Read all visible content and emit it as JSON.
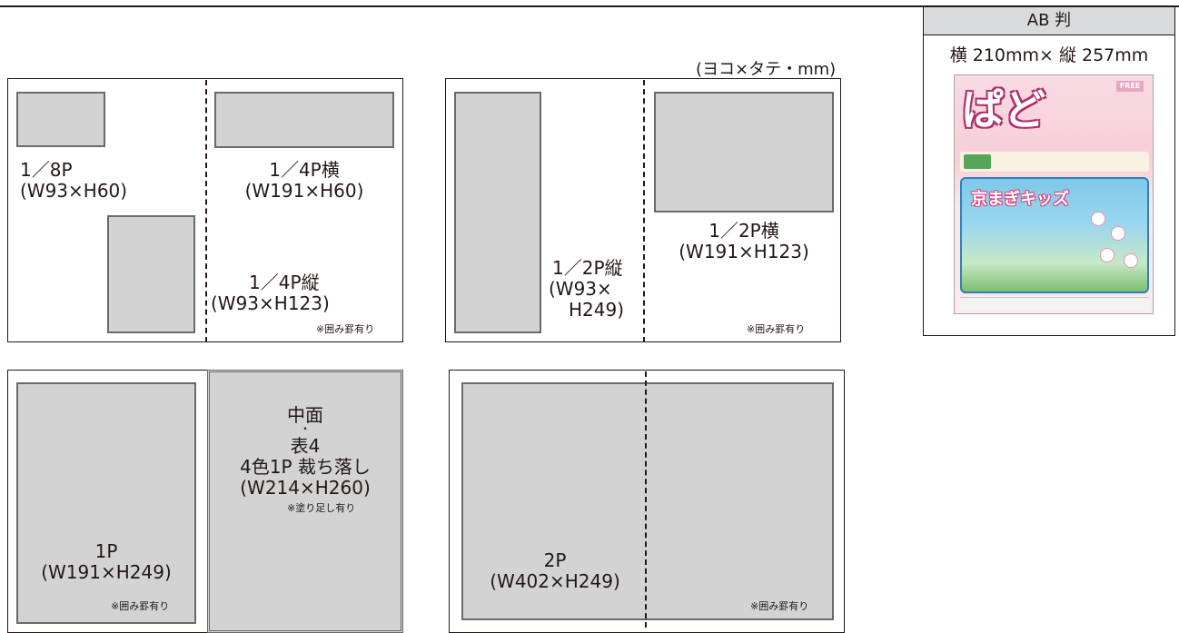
{
  "unit_note": "(ヨコ×タテ・mm)",
  "ab_panel": {
    "title": "AB 判",
    "dims": "横 210mm× 縦 257mm"
  },
  "cover": {
    "logo": "ぱど",
    "free_badge": "FREE",
    "feature": "京まぎキッズ"
  },
  "panel1": {
    "eighth_line1": "1／8P",
    "eighth_line2": "(W93×H60)",
    "qh_line1": "1／4P横",
    "qh_line2": "(W191×H60)",
    "qv_line1": "1／4P縦",
    "qv_line2": "(W93×H123)",
    "note": "※囲み罫有り"
  },
  "panel2": {
    "hv_line1": "1／2P縦",
    "hv_line2": "(W93×",
    "hv_line3": "H249)",
    "hh_line1": "1／2P横",
    "hh_line2": "(W191×H123)",
    "note": "※囲み罫有り"
  },
  "panel3": {
    "full_line1": "1P",
    "full_line2": "(W191×H249)",
    "full_note": "※囲み罫有り",
    "bleed_line1": "中面",
    "bleed_line2": "・",
    "bleed_line3": "表4",
    "bleed_line4": "4色1P 裁ち落し",
    "bleed_line5": "(W214×H260)",
    "bleed_note": "※塗り足し有り"
  },
  "panel4": {
    "spread_line1": "2P",
    "spread_line2": "(W402×H249)",
    "note": "※囲み罫有り"
  }
}
